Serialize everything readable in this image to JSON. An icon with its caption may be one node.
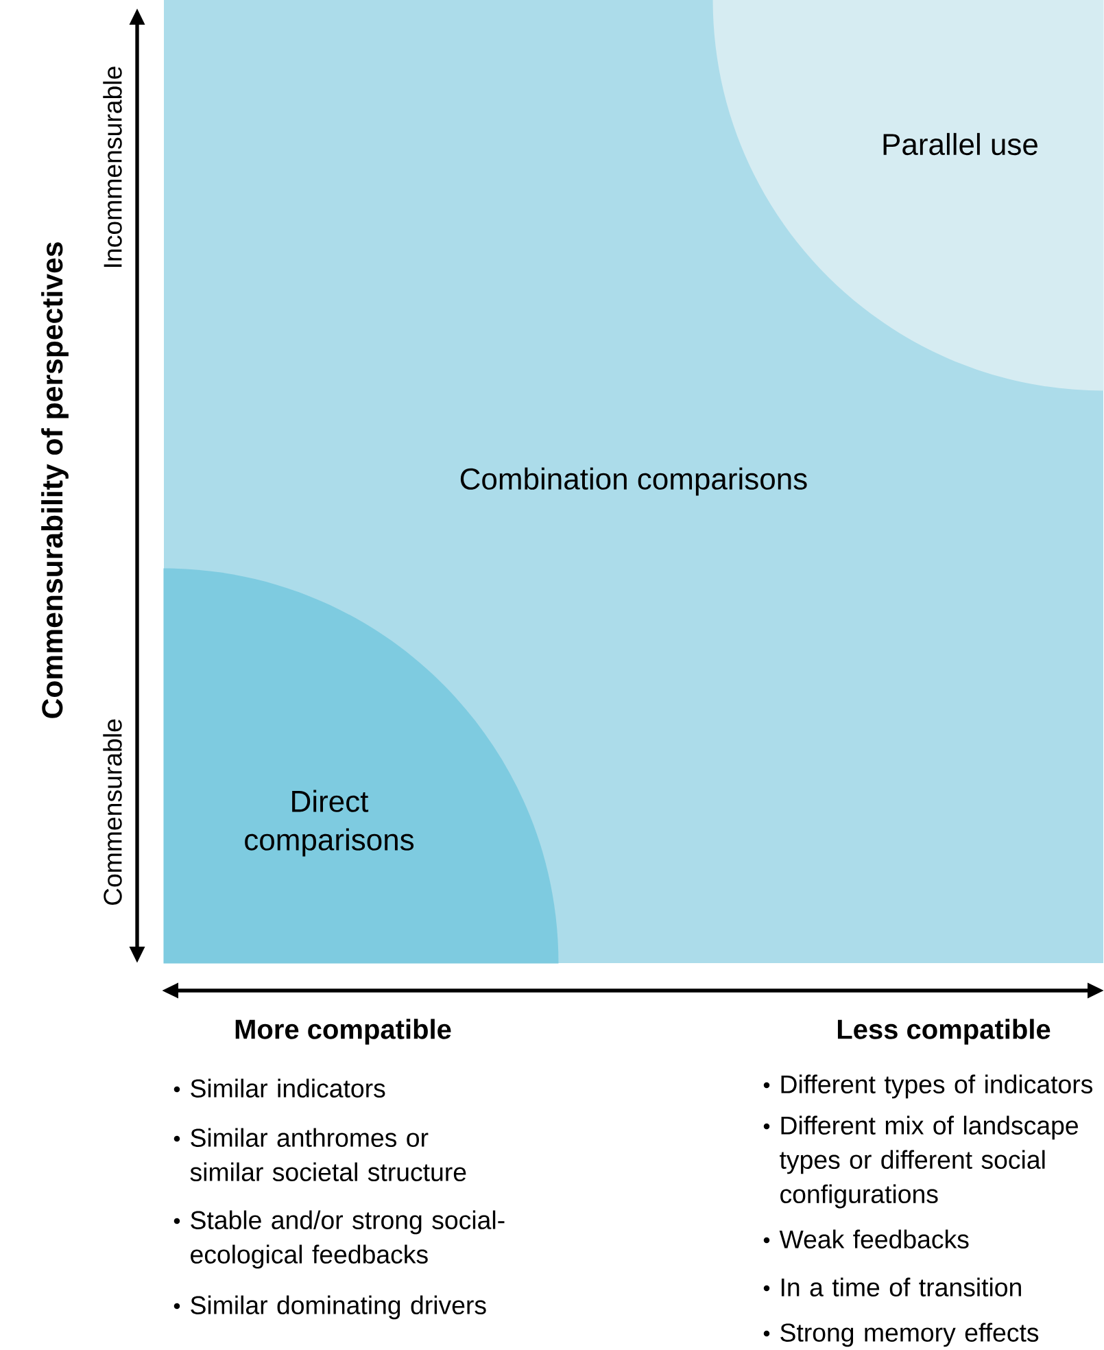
{
  "diagram": {
    "nodes": [
      {
        "text": [
          "Combination comparisons"
        ]
      },
      {
        "text": [
          "Parallel use"
        ],
        "in": 0
      },
      {
        "text": [
          "Direct comparisons"
        ],
        "in": 0
      }
    ],
    "labels": [
      "Commensurability of perspectives",
      "Incommensurable",
      "Commensurable",
      "More compatible",
      "Less compatible",
      "Similar indicators",
      "Similar anthromes or similar societal structure",
      "Stable and/or strong social-ecological feedbacks",
      "Similar dominating drivers",
      "Different types of indicators",
      "Different mix of landscape types or different social configurations",
      "Weak feedbacks",
      "In a time of transition",
      "Strong memory effects"
    ]
  }
}
